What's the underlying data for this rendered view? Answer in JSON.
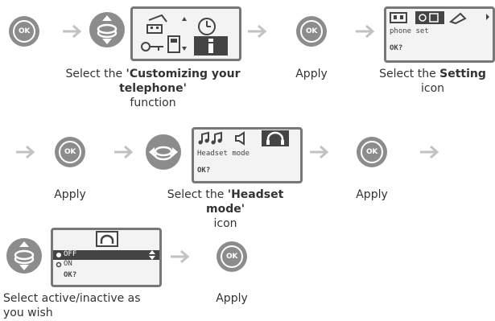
{
  "ok_label": "OK",
  "screens": {
    "phone_set": {
      "text": "phone set",
      "prompt": "OK?"
    },
    "headset": {
      "text": "Headset mode",
      "prompt": "OK?"
    },
    "onoff": {
      "off": "OFF",
      "on": "ON",
      "prompt": "OK?"
    }
  },
  "captions": {
    "customizing": {
      "pre": "Select the ",
      "bold": "'Customizing your telephone'",
      "post": " function"
    },
    "apply1": "Apply",
    "setting": {
      "pre": "Select the ",
      "bold": "Setting",
      "post": " icon"
    },
    "apply2": "Apply",
    "headset": {
      "pre": "Select the ",
      "bold": "'Headset mode'",
      "post": " icon"
    },
    "apply3": "Apply",
    "active": "Select active/inactive as you wish",
    "apply4": "Apply"
  }
}
